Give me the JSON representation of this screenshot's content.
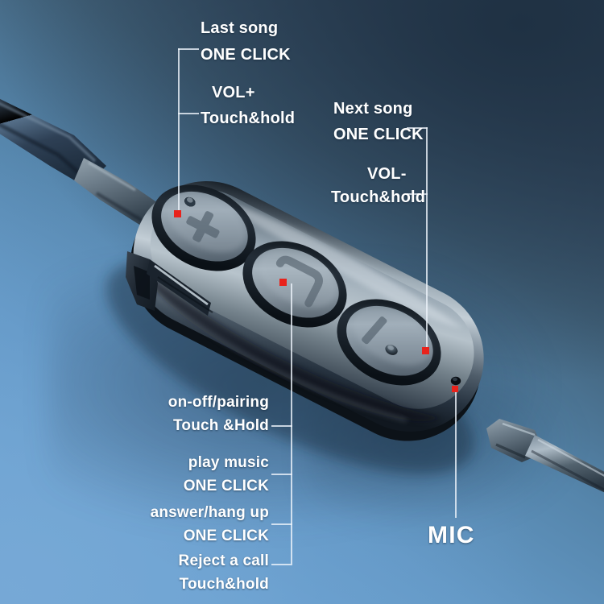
{
  "image": {
    "subject": "Bluetooth earphone in-line control module",
    "background_top_color": "#2a3c4e",
    "background_bottom_color": "#6fa6d6",
    "marker_color": "#e8221b",
    "label_color": "#ffffff"
  },
  "annotations": {
    "top_left": {
      "group_name": "volume-up-multifunction-group",
      "lines": [
        {
          "title": "Last song",
          "action": "ONE CLICK"
        },
        {
          "title": "VOL+",
          "action": "Touch&hold"
        }
      ]
    },
    "top_right": {
      "group_name": "volume-down-multifunction-group",
      "lines": [
        {
          "title": "Next song",
          "action": "ONE CLICK"
        },
        {
          "title": "VOL-",
          "action": "Touch&hold"
        }
      ]
    },
    "bottom_left": {
      "group_name": "power-and-call-group",
      "lines": [
        {
          "title": "on-off/pairing",
          "action": "Touch &Hold"
        },
        {
          "title": "play music",
          "action": "ONE CLICK"
        },
        {
          "title": "answer/hang up",
          "action": "ONE CLICK"
        },
        {
          "title": "Reject a call",
          "action": "Touch&hold"
        }
      ]
    },
    "microphone": {
      "group_name": "microphone-callout",
      "label": "MIC"
    }
  },
  "device": {
    "buttons": [
      {
        "name": "volume-up-button",
        "glyph": "plus",
        "function": "Last song / VOL+"
      },
      {
        "name": "call-button",
        "glyph": "handset",
        "function": "play music / answer / reject"
      },
      {
        "name": "volume-down-button",
        "glyph": "minus-bar",
        "function": "Next song / VOL-"
      }
    ],
    "parts": [
      {
        "name": "cable-upper",
        "position": "top-left"
      },
      {
        "name": "strain-relief-upper",
        "position": "top-left"
      },
      {
        "name": "clip-bracket",
        "position": "left-edge"
      },
      {
        "name": "mic-hole",
        "position": "lower-right-face"
      },
      {
        "name": "led-indicator",
        "position": "volume-down-button"
      },
      {
        "name": "strain-relief-lower",
        "position": "bottom-right"
      },
      {
        "name": "cable-lower",
        "position": "bottom-right"
      }
    ]
  }
}
